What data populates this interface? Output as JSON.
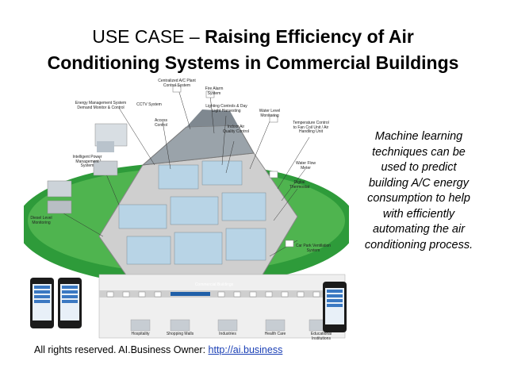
{
  "title": {
    "prefix": "USE CASE – ",
    "bold_line1": "Raising Efficiency of Air",
    "bold_line2": "Conditioning Systems in Commercial Buildings"
  },
  "ml_text": {
    "lines": [
      "Machine learning",
      "techniques can be",
      "used to predict",
      "building A/C energy",
      "consumption to help",
      "with efficiently",
      "automating the air",
      "conditioning process."
    ]
  },
  "footer": {
    "text": "All rights reserved. AI.Business Owner: ",
    "link": "http://ai.business"
  },
  "infographic": {
    "labels": {
      "hvac": "Centralized A/C Plant Control System",
      "fire": "Fire Alarm System",
      "energy": "Energy Management System Demand Monitor & Control",
      "cctv": "CCTV System",
      "lighting": "Lighting Controls & Day Light Harvesting",
      "water_level": "Water Level Monitoring",
      "access": "Access Control",
      "iaq": "Indoor Air Quality Control",
      "temp": "Temperature Control to Fan Coil Unit / Air Handling Unit",
      "ipms": "Intelligent Power Management System",
      "water_flow": "Water Flow Meter",
      "thermostat": "Digital Thermostat",
      "diesel": "Diesel Level Monitoring",
      "carpark": "Car Park Ventilation System"
    },
    "band_labels": [
      "Commercial Buildings"
    ],
    "bottom_labels": [
      "Hospitality",
      "Shopping Malls",
      "Industries",
      "Health Care",
      "Educational Institutions"
    ],
    "colors": {
      "lawn": "#2e9b3a",
      "building": "#c9c9c9",
      "panel": "#e9e9e9",
      "accent": "#1f5fa8"
    }
  }
}
